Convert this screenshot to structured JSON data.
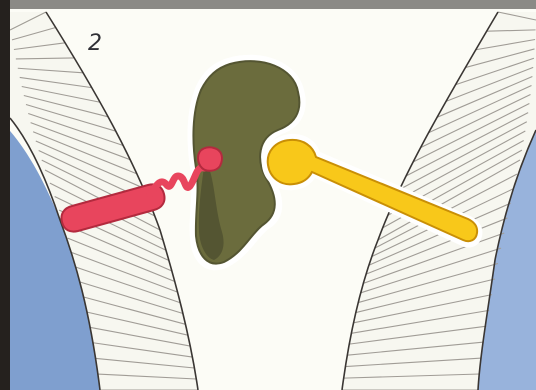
{
  "panel": {
    "number": "2"
  },
  "colors": {
    "page_background": "#fcfcf6",
    "left_dark_edge": "#25211e",
    "top_border": "#8b8a86",
    "fluid_blue": "#7f9fcf",
    "fluid_blue_light": "#98b3dc",
    "membrane_fill": "#f7f7f0",
    "membrane_stripe": "#a09c96",
    "membrane_outline": "#3a3633",
    "molecule_olive": "#6b6c3d",
    "molecule_olive_shadow": "#545532",
    "red_molecule": "#e8455d",
    "red_molecule_outline": "#b32a3e",
    "yellow_molecule": "#f8c81a",
    "yellow_molecule_outline": "#c98f06",
    "halo": "#ffffff"
  },
  "figure": {
    "elements": [
      "membrane-left",
      "membrane-right",
      "olive-receptor",
      "red-squiggle-molecule",
      "yellow-key-molecule"
    ]
  }
}
